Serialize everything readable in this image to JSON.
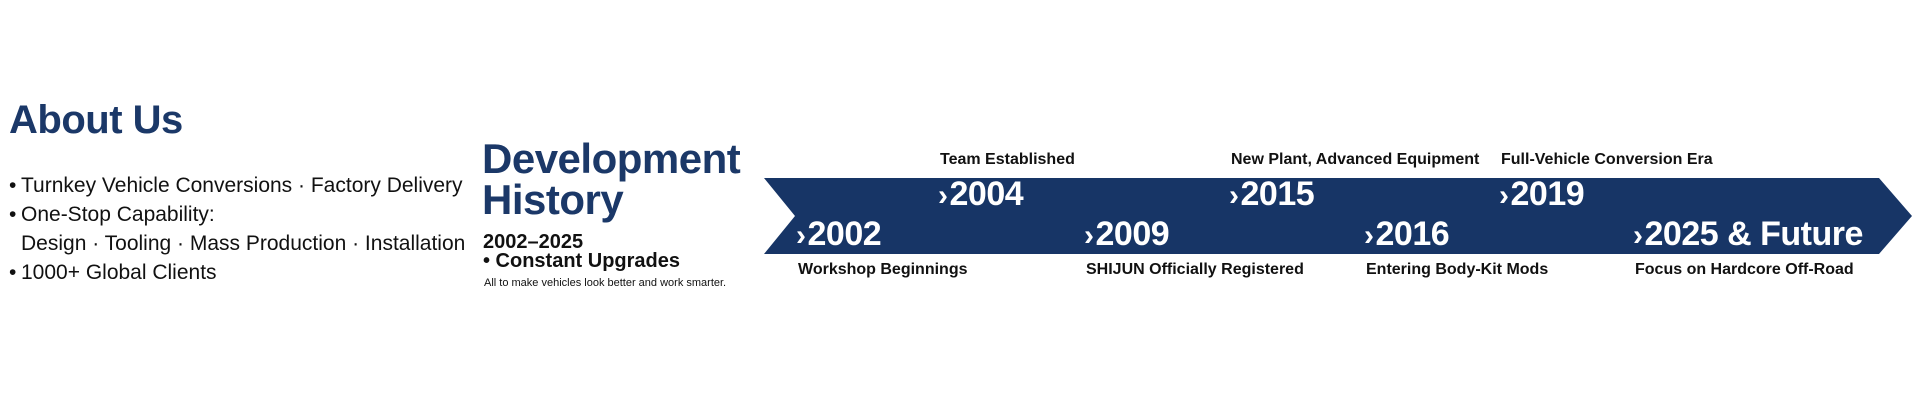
{
  "about": {
    "title": "About Us",
    "items": [
      "Turnkey Vehicle Conversions · Factory Delivery",
      "One-Stop Capability:",
      "Design · Tooling · Mass Production · Installation",
      "1000+ Global Clients"
    ]
  },
  "history": {
    "title_line1": "Development",
    "title_line2": "History",
    "years_range": "2002–2025",
    "subtitle": "• Constant Upgrades",
    "tagline": "All to make vehicles look better and work smarter."
  },
  "timeline": {
    "band_color": "#173566",
    "chevron": "›",
    "milestones": [
      {
        "year": "2002",
        "label": "Workshop Beginnings"
      },
      {
        "year": "2004",
        "label": "Team Established"
      },
      {
        "year": "2009",
        "label": "SHIJUN Officially Registered"
      },
      {
        "year": "2015",
        "label": "New Plant, Advanced Equipment"
      },
      {
        "year": "2016",
        "label": "Entering Body-Kit Mods"
      },
      {
        "year": "2019",
        "label": "Full-Vehicle Conversion Era"
      },
      {
        "year": "2025 & Future",
        "label": "Focus on Hardcore Off-Road"
      }
    ]
  }
}
